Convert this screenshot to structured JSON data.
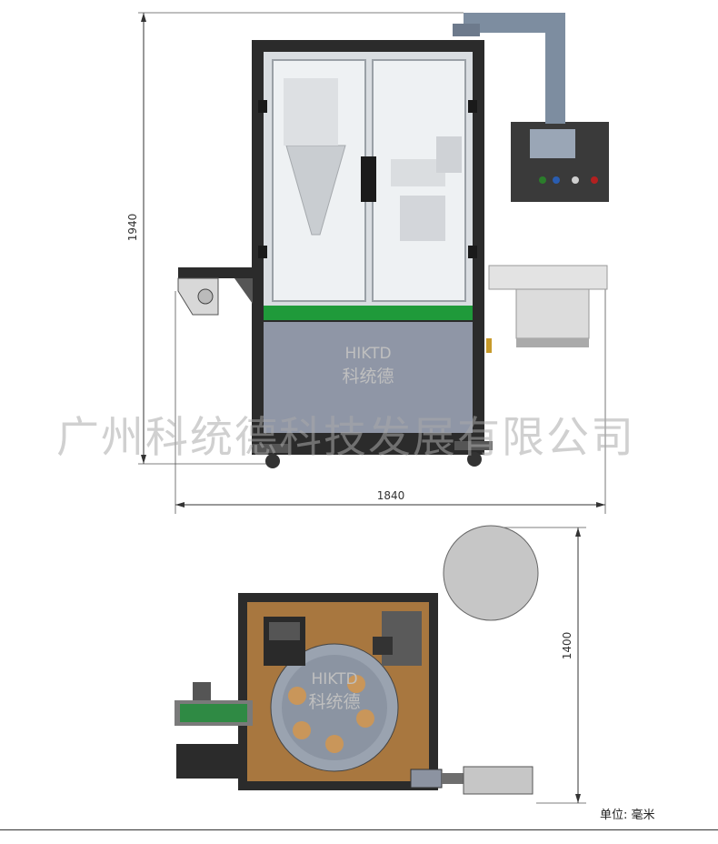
{
  "front_view": {
    "height_dim": "1940",
    "width_dim": "1840",
    "brand_latin": "HIKTD",
    "brand_cn": "科统德"
  },
  "top_view": {
    "depth_dim": "1400",
    "brand_latin": "HIKTD",
    "brand_cn": "科统德"
  },
  "watermark": "广州科统德科技发展有限公司",
  "unit_label": "单位: 毫米",
  "colors": {
    "frame": "#2b2b2b",
    "green_band": "#1f9a3a",
    "lower_panel": "#8f96a6",
    "glass": "#eef1f3",
    "top_plate": "#a8773f",
    "duct": "#7d8da0"
  }
}
